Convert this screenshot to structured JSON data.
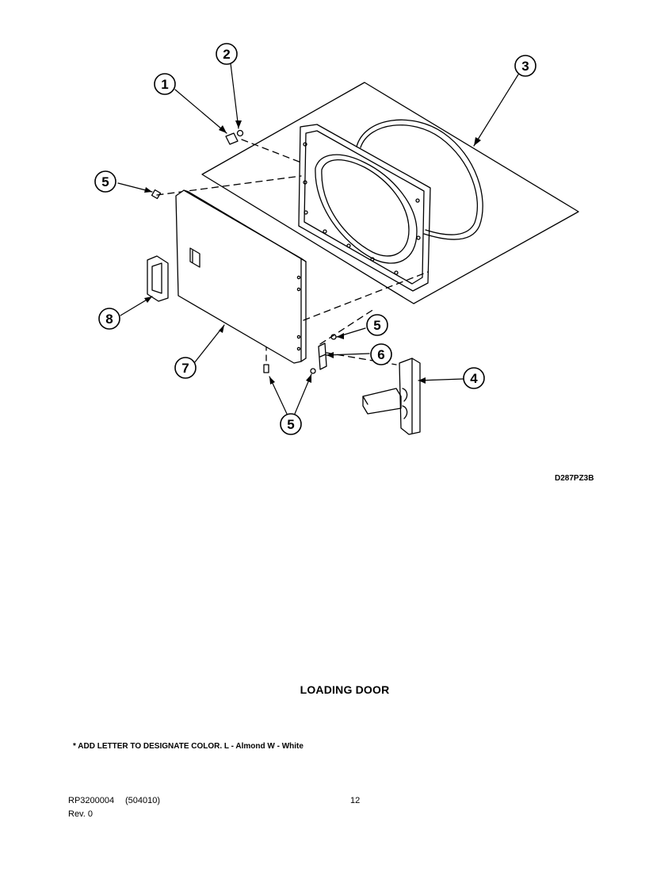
{
  "diagram": {
    "callouts": [
      "1",
      "2",
      "3",
      "5",
      "8",
      "7",
      "5",
      "6",
      "4",
      "5"
    ],
    "drawing_code": "D287PZ3B"
  },
  "title": "LOADING DOOR",
  "note": "* ADD LETTER TO DESIGNATE COLOR.  L - Almond  W - White",
  "footer": {
    "doc_number": "RP3200004",
    "doc_code": "(504010)",
    "page_number": "12",
    "revision": "Rev. 0"
  }
}
